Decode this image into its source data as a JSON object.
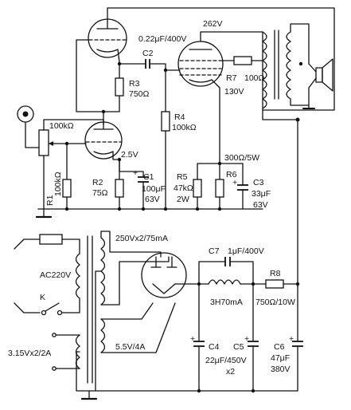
{
  "labels": {
    "c2": "0.22μF/400V",
    "c2_name": "C2",
    "b_plus": "262V",
    "r3_name": "R3",
    "r3_val": "750Ω",
    "r7_name": "R7",
    "r7_val": "100Ω",
    "v130": "130V",
    "r4_name": "R4",
    "r4_val": "100kΩ",
    "vol_val": "100kΩ",
    "v25": "2.5V",
    "r1_name": "R1",
    "r1_val": "100kΩ",
    "r2_name": "R2",
    "r2_val": "75Ω",
    "c1_name": "C1",
    "c1_v": "100μF",
    "c1_v2": "63V",
    "r5_name": "R5",
    "r5_v": "47kΩ",
    "r5_v2": "2W",
    "r6_name": "R6",
    "r6_top": "300Ω/5W",
    "c3_name": "C3",
    "c3_v": "33μF",
    "c3_v2": "63V",
    "ht": "250Vx2/75mA",
    "c7": "C7",
    "c7_v": "1μF/400V",
    "ac": "AC220V",
    "k": "K",
    "l": "3H70mA",
    "r8": "R8",
    "r8_v": "750Ω/10W",
    "rect_fil": "5.5V/4A",
    "fil": "3.15Vx2/2A",
    "c4": "C4",
    "c5": "C5",
    "c45_v": "22μF/450V",
    "c45_x": "x2",
    "c6": "C6",
    "c6_v": "47μF",
    "c6_v2": "380V"
  }
}
